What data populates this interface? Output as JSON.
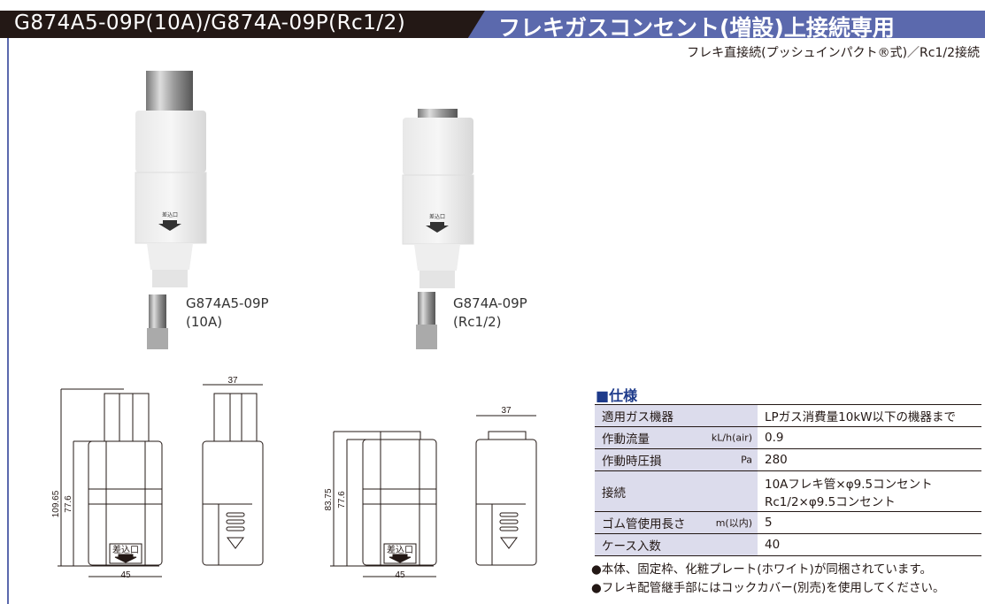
{
  "header": {
    "model_codes": "G874A5-09P(10A)/G874A-09P(Rc1/2)",
    "title": "フレキガスコンセント(増設)上接続専用"
  },
  "subtitle": "フレキ直接続(プッシュインパクト®式)／Rc1/2接続",
  "products": [
    {
      "model": "G874A5-09P",
      "variant": "(10A)",
      "insert_label": "差込口"
    },
    {
      "model": "G874A-09P",
      "variant": "(Rc1/2)",
      "insert_label": "差込口"
    }
  ],
  "drawings": [
    {
      "height_total": "109.65",
      "height_body": "77.6",
      "width_front": "45",
      "width_side": "37",
      "insert_label": "差込口"
    },
    {
      "height_total": "83.75",
      "height_body": "77.6",
      "width_front": "45",
      "width_side": "37",
      "insert_label": "差込口"
    }
  ],
  "spec": {
    "heading": "■仕様",
    "rows": [
      {
        "label": "適用ガス機器",
        "unit": "",
        "value": "LPガス消費量10kW以下の機器まで"
      },
      {
        "label": "作動流量",
        "unit": "kL/h(air)",
        "value": "0.9"
      },
      {
        "label": "作動時圧損",
        "unit": "Pa",
        "value": "280"
      },
      {
        "label": "接続",
        "unit": "",
        "value": "10Aフレキ管×φ9.5コンセント",
        "value2": "Rc1/2×φ9.5コンセント"
      },
      {
        "label": "ゴム管使用長さ",
        "unit": "m(以内)",
        "value": "5"
      },
      {
        "label": "ケース入数",
        "unit": "",
        "value": "40"
      }
    ]
  },
  "notes": [
    "●本体、固定枠、化粧プレート(ホワイト)が同梱されています。",
    "●フレキ配管継手部にはコックカバー(別売)を使用してください。"
  ]
}
